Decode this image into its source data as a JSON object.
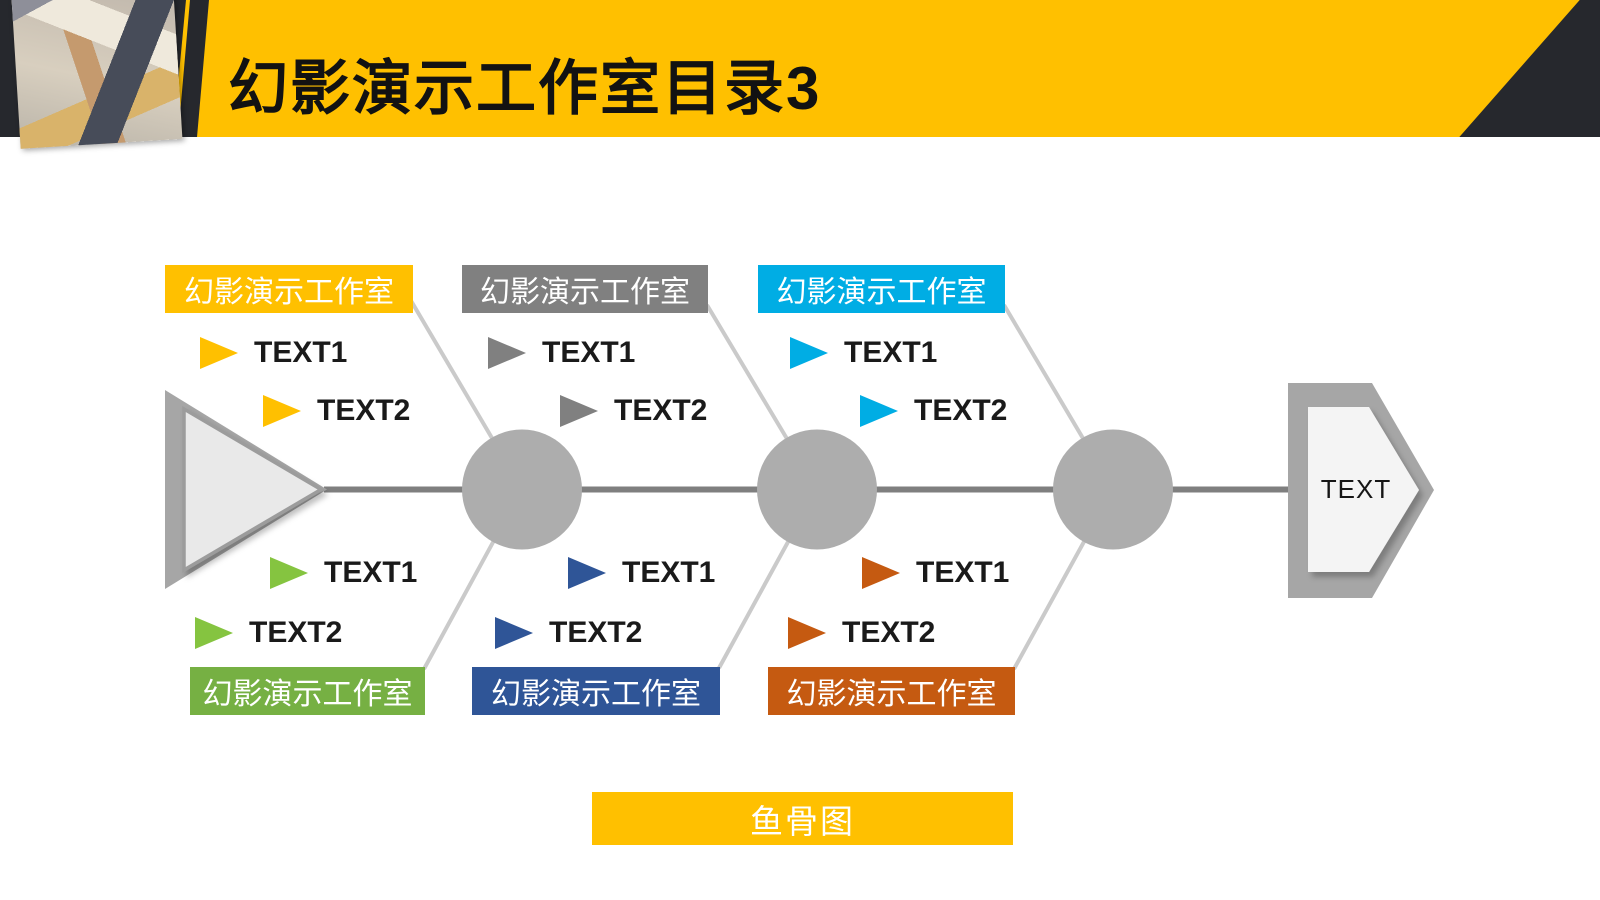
{
  "header": {
    "title": "幻影演示工作室目录3"
  },
  "palette": {
    "header_band": "#FFC000",
    "header_dark": "#26282D",
    "amber": "#FFC000",
    "gray": "#808080",
    "sky_blue": "#00ADE4",
    "green": "#76B043",
    "navy_blue": "#2F5597",
    "rust_orange": "#C55A11",
    "spine_gray": "#7F7F7F",
    "branch_line_gray": "#CACACA",
    "node_gray": "#ADADAD",
    "shape_gray": "#A6A6A6",
    "shape_light": "#F2F2F2"
  },
  "diagram": {
    "type": "fishbone",
    "caption": "鱼骨图",
    "tail_label": "TEXT",
    "sections": [
      {
        "position": "top-left",
        "color": "#FFC000",
        "label": "幻影演示工作室",
        "items": [
          "TEXT1",
          "TEXT2"
        ]
      },
      {
        "position": "top-middle",
        "color": "#808080",
        "label": "幻影演示工作室",
        "items": [
          "TEXT1",
          "TEXT2"
        ]
      },
      {
        "position": "top-right",
        "color": "#00ADE4",
        "label": "幻影演示工作室",
        "items": [
          "TEXT1",
          "TEXT2"
        ]
      },
      {
        "position": "bottom-left",
        "color": "#76B043",
        "label": "幻影演示工作室",
        "items": [
          "TEXT1",
          "TEXT2"
        ]
      },
      {
        "position": "bottom-middle",
        "color": "#2F5597",
        "label": "幻影演示工作室",
        "items": [
          "TEXT1",
          "TEXT2"
        ]
      },
      {
        "position": "bottom-right",
        "color": "#C55A11",
        "label": "幻影演示工作室",
        "items": [
          "TEXT1",
          "TEXT2"
        ]
      }
    ]
  }
}
